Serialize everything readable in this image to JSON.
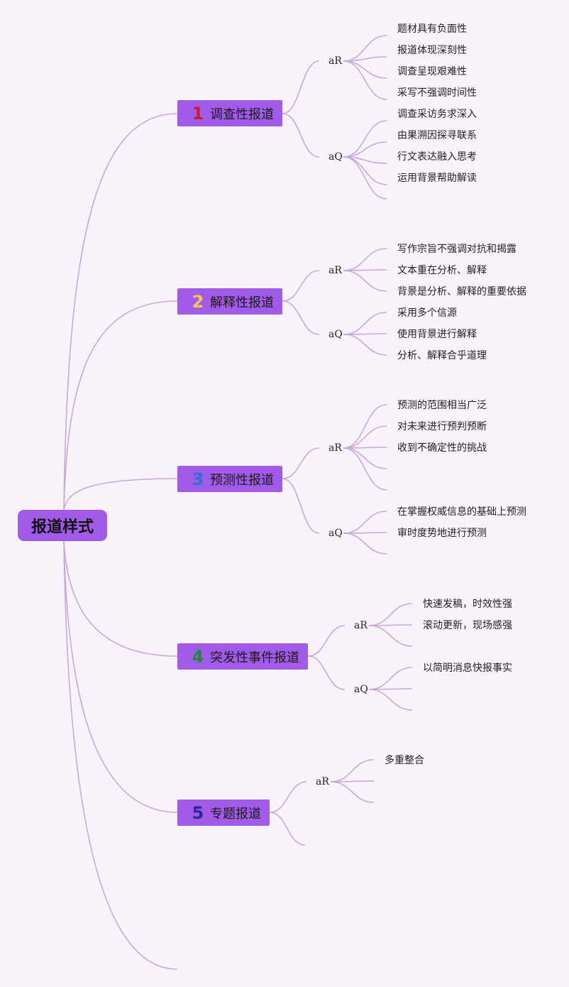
{
  "root": {
    "label": "报道样式",
    "color": "#a25be8"
  },
  "edge_color": "#c9a7dc",
  "branches": [
    {
      "num": "1",
      "num_color": "#d3182a",
      "label": "调查性报道",
      "groups": [
        {
          "label": "aR",
          "leaves": [
            "题材具有负面性",
            "报道体现深刻性",
            "调查呈现艰难性",
            "采写不强调时间性"
          ]
        },
        {
          "label": "aQ",
          "leaves": [
            "调查采访务求深入",
            "由果溯因探寻联系",
            "行文表达融入思考",
            "运用背景帮助解读",
            ""
          ]
        }
      ]
    },
    {
      "num": "2",
      "num_color": "#f2c64c",
      "label": "解释性报道",
      "groups": [
        {
          "label": "aR",
          "leaves": [
            "写作宗旨不强调对抗和揭露",
            "文本重在分析、解释",
            "背景是分析、解释的重要依据"
          ]
        },
        {
          "label": "aQ",
          "leaves": [
            "采用多个信源",
            "使用背景进行解释",
            "分析、解释合乎道理"
          ]
        }
      ]
    },
    {
      "num": "3",
      "num_color": "#2f6fd6",
      "label": "预测性报道",
      "groups": [
        {
          "label": "aR",
          "leaves": [
            "预测的范围相当广泛",
            "对未来进行预判预断",
            "收到不确定性的挑战",
            "",
            ""
          ]
        },
        {
          "label": "aQ",
          "leaves": [
            "在掌握权威信息的基础上预测",
            "审时度势地进行预测",
            ""
          ]
        }
      ]
    },
    {
      "num": "4",
      "num_color": "#1f8a3a",
      "label": "突发性事件报道",
      "groups": [
        {
          "label": "aR",
          "leaves": [
            "快速发稿，时效性强",
            "滚动更新，现场感强",
            ""
          ]
        },
        {
          "label": "aQ",
          "leaves": [
            "以简明消息快报事实",
            "",
            ""
          ]
        }
      ]
    },
    {
      "num": "5",
      "num_color": "#2a2a9a",
      "label": "专题报道",
      "groups": [
        {
          "label": "aR",
          "leaves": [
            "多重整合",
            "",
            ""
          ]
        },
        {
          "label": "",
          "leaves": []
        }
      ]
    },
    {
      "num": "",
      "label": "",
      "groups": []
    }
  ]
}
